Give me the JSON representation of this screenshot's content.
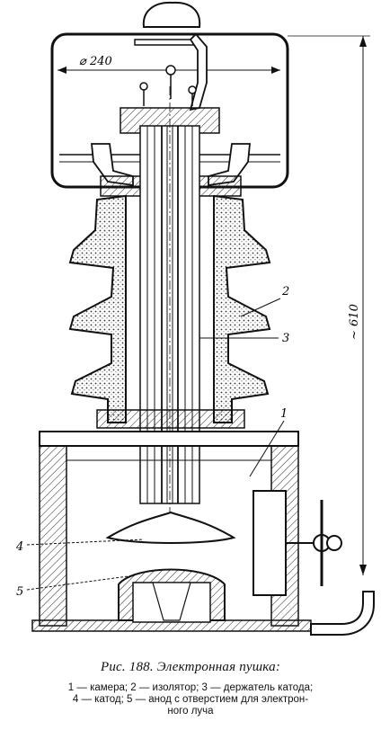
{
  "figure": {
    "dimensions": {
      "diameter_label": "⌀ 240",
      "height_label": "~ 610"
    },
    "callouts": [
      "1",
      "2",
      "3",
      "4",
      "5"
    ]
  },
  "caption": {
    "title": "Рис. 188. Электронная пушка:",
    "legend_lines": [
      "1 — камера;  2 — изолятор;  3 — держатель  катода;",
      "4 — катод;  5 — анод с отверстием для электрон-",
      "ного луча"
    ]
  },
  "colors": {
    "ink": "#111111",
    "hatch_fill": "#d9d9d9",
    "paper": "#ffffff"
  }
}
